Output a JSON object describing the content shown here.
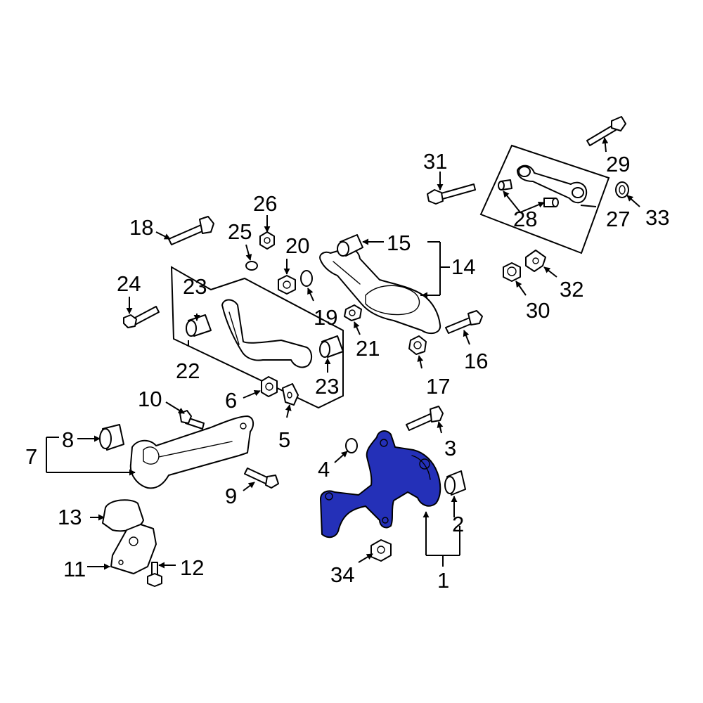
{
  "highlight_color": "#2430b8",
  "callouts": {
    "c1": "1",
    "c2": "2",
    "c3": "3",
    "c4": "4",
    "c5": "5",
    "c6": "6",
    "c7": "7",
    "c8": "8",
    "c9": "9",
    "c10": "10",
    "c11": "11",
    "c12": "12",
    "c13": "13",
    "c14": "14",
    "c15": "15",
    "c16": "16",
    "c17": "17",
    "c18": "18",
    "c19": "19",
    "c20": "20",
    "c21": "21",
    "c22": "22",
    "c23a": "23",
    "c23b": "23",
    "c24": "24",
    "c25": "25",
    "c26": "26",
    "c27": "27",
    "c28": "28",
    "c29": "29",
    "c30": "30",
    "c31": "31",
    "c32": "32",
    "c33": "33",
    "c34": "34"
  }
}
